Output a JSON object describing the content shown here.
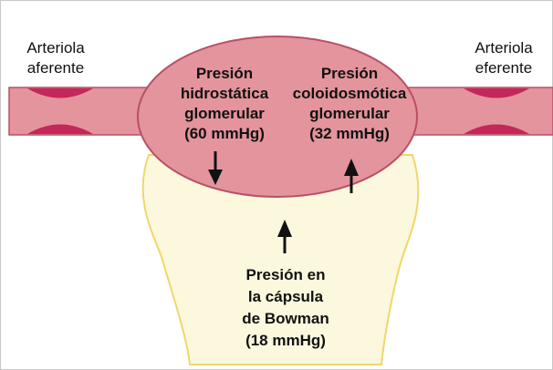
{
  "diagram": {
    "labels": {
      "afferent": [
        "Arteriola",
        "aferente"
      ],
      "efferent": [
        "Arteriola",
        "eferente"
      ],
      "hydrostatic": [
        "Presión",
        "hidrostática",
        "glomerular",
        "(60 mmHg)"
      ],
      "colloid": [
        "Presión",
        "coloidosmótica",
        "glomerular",
        "(32 mmHg)"
      ],
      "bowman": [
        "Presión en",
        "la cápsula",
        "de Bowman",
        "(18 mmHg)"
      ]
    },
    "colors": {
      "glomerulus_fill": "#E4949C",
      "glomerulus_stroke": "#B94F66",
      "vessel_cells": "#C4275A",
      "capsule_fill": "#FBF8DD",
      "capsule_stroke": "#F0D76A",
      "arrow": "#111111"
    }
  }
}
